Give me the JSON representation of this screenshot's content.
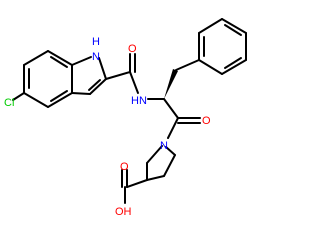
{
  "molecule": {
    "atom_labels": {
      "cl": "Cl",
      "indole_nh": "H",
      "indole_n": "N",
      "carbonyl_o1": "O",
      "amide_n": "N",
      "amide_nh": "H",
      "carbonyl_o2": "O",
      "azetidine_n": "N",
      "carboxyl_o": "O",
      "hydroxyl": "OH"
    },
    "colors": {
      "carbon_bond": "#000000",
      "nitrogen": "#0000ff",
      "oxygen": "#ff0000",
      "chlorine": "#00cc00"
    }
  }
}
